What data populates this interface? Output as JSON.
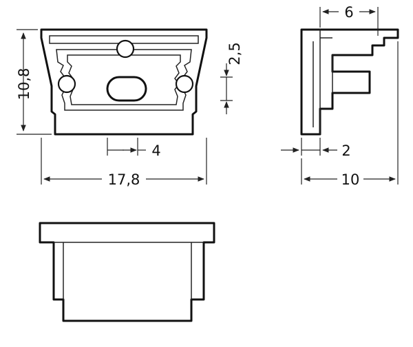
{
  "dimensions": {
    "height": "10,8",
    "width": "17,8",
    "hole_offset": "4",
    "clip_gap": "2,5",
    "side_top": "6",
    "side_bottom": "2",
    "side_depth": "10"
  },
  "colors": {
    "line": "#111111",
    "background": "#ffffff"
  }
}
